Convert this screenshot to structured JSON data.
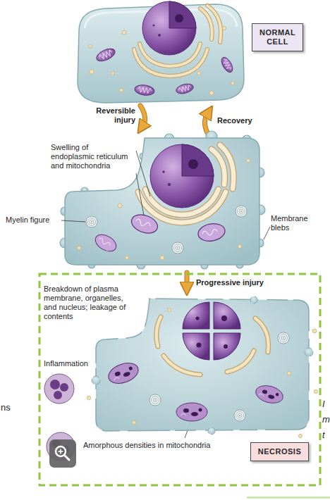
{
  "diagram": {
    "nodes": [
      {
        "text": [
          "NORMAL CELL"
        ]
      },
      {
        "text": [
          "NECROSIS"
        ]
      }
    ],
    "labels": [
      "Reversible injury",
      "Recovery",
      "Swelling of endoplasmic reticulum and mitochondria",
      "Myelin figure",
      "Membrane blebs",
      "Progressive injury",
      "Breakdown of plasma membrane, organelles, and nucleus; leakage of contents",
      "Inflammation",
      "Amorphous densities in mitochondria",
      "ns",
      "I",
      "m",
      "t"
    ]
  }
}
